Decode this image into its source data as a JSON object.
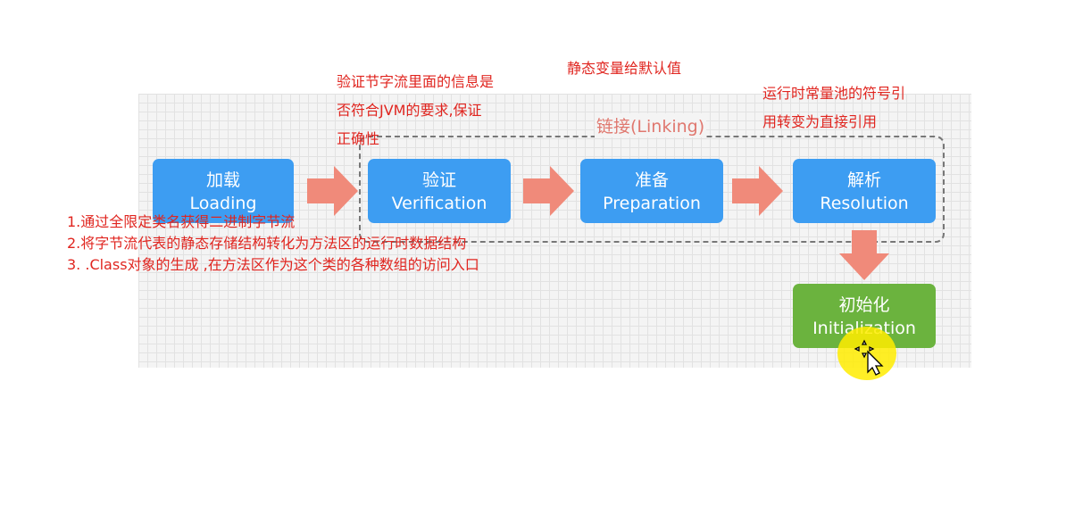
{
  "diagram": {
    "linking_label": "链接(Linking)",
    "stages": {
      "loading": {
        "cn": "加载",
        "en": "Loading"
      },
      "verification": {
        "cn": "验证",
        "en": "Verification"
      },
      "preparation": {
        "cn": "准备",
        "en": "Preparation"
      },
      "resolution": {
        "cn": "解析",
        "en": "Resolution"
      },
      "initialization": {
        "cn": "初始化",
        "en": "Initialization"
      }
    },
    "colors": {
      "stage_blue": "#3d9df2",
      "stage_green": "#6bb33e",
      "arrow": "#f08a7a",
      "annotation": "#e0251f"
    }
  },
  "annotations": {
    "verification_note": [
      "验证节字流里面的信息是",
      "否符合JVM的要求,保证",
      "正确性"
    ],
    "preparation_note": "静态变量给默认值",
    "resolution_note": [
      "运行时常量池的符号引",
      "用转变为直接引用"
    ],
    "loading_steps": [
      "1.通过全限定类名获得二进制字节流",
      "2.将字节流代表的静态存储结构转化为方法区的运行时数据结构",
      "3. .Class对象的生成 ,在方法区作为这个类的各种数组的访问入口"
    ]
  }
}
